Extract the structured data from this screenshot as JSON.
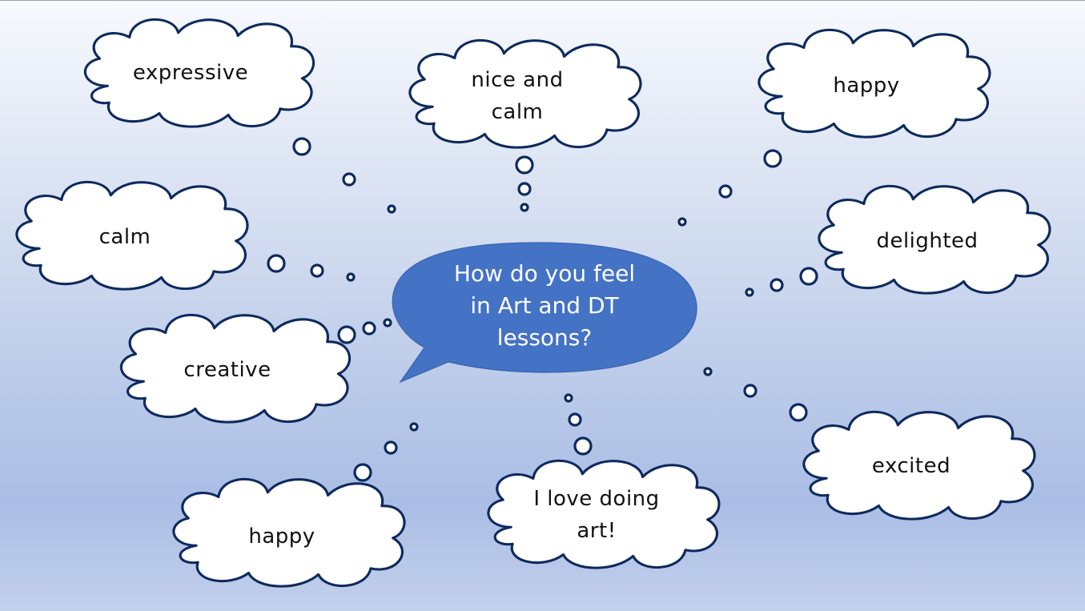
{
  "question": {
    "line1": "How do you feel",
    "line2": "in Art and DT",
    "line3": "lessons?"
  },
  "thoughts": {
    "expressive": "expressive",
    "nice_and_calm": {
      "line1": "nice and",
      "line2": "calm"
    },
    "happy_top": "happy",
    "calm": "calm",
    "delighted": "delighted",
    "creative": "creative",
    "excited": "excited",
    "happy_bottom": "happy",
    "love_art": {
      "line1": "I love doing",
      "line2": "art!"
    }
  },
  "colors": {
    "speech_bubble": "#4472c4",
    "cloud_outline": "#0d2a5e",
    "cloud_fill": "#ffffff",
    "background_top": "#f7f9fd",
    "background_bottom": "#aabde4"
  }
}
